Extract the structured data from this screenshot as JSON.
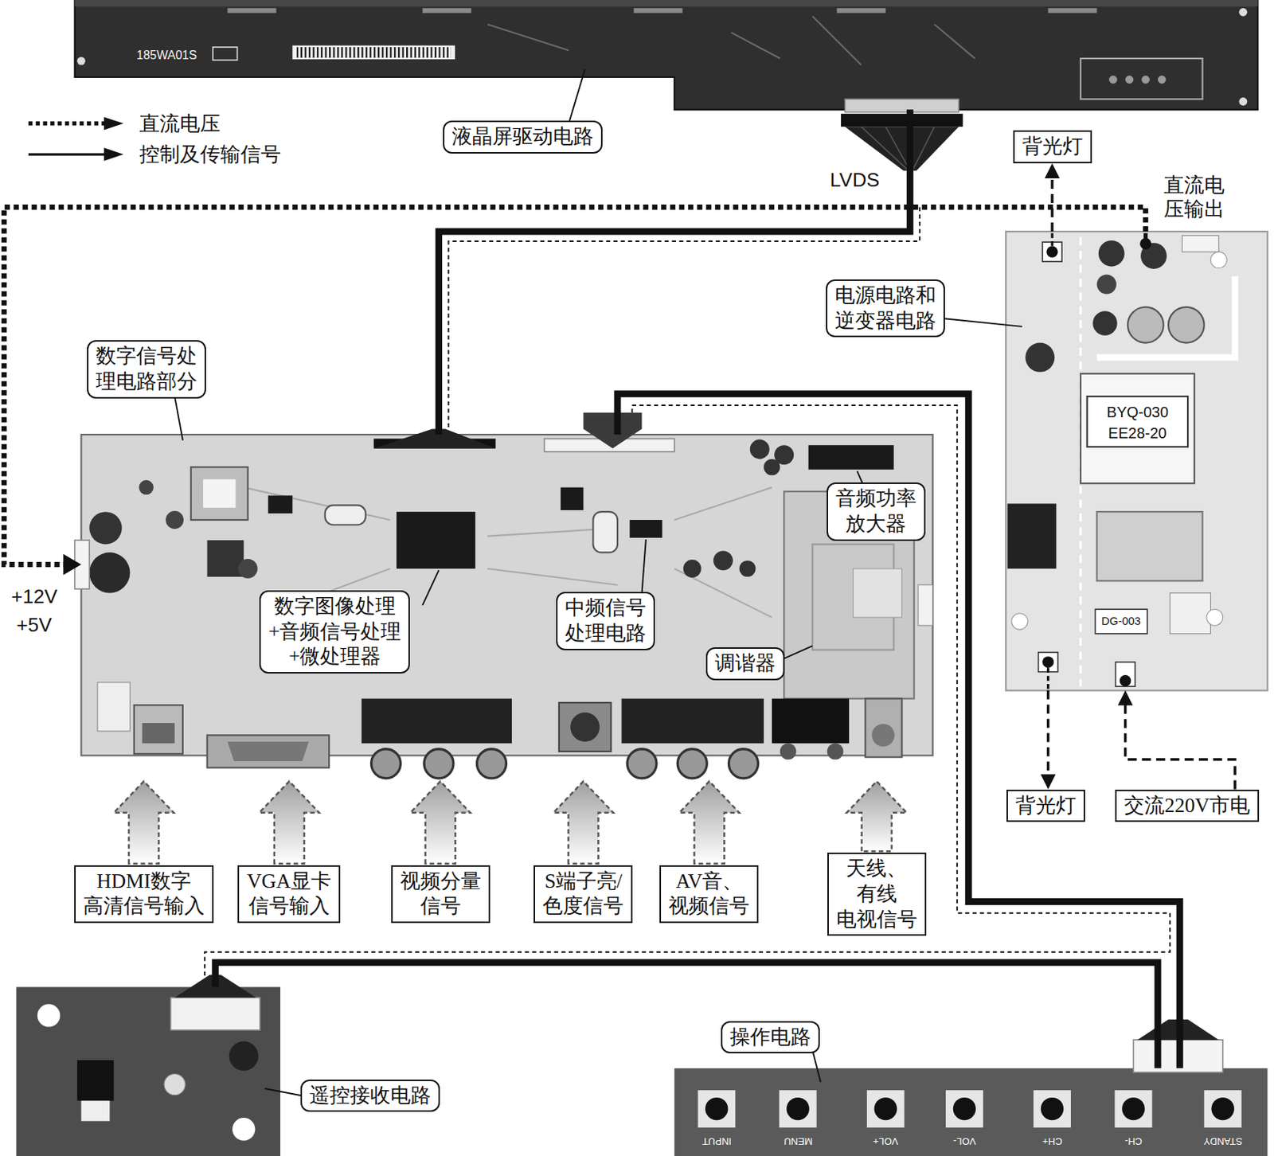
{
  "diagram": {
    "nodes": [
      {
        "text": [
          "液晶屏驱动电路"
        ]
      },
      {
        "text": [
          "背光灯"
        ]
      },
      {
        "text": [
          "电源电路和 逆变器电路"
        ]
      },
      {
        "text": [
          "数字信号处 理电路部分"
        ]
      },
      {
        "text": [
          "音频功率 放大器"
        ],
        "in": 3
      },
      {
        "text": [
          "数字图像处理 +音频信号处理+微处理器"
        ],
        "in": 3
      },
      {
        "text": [
          "中频信号 处理电路"
        ],
        "in": 3
      },
      {
        "text": [
          "调谐器"
        ],
        "in": 3
      },
      {
        "text": [
          "背光灯"
        ]
      },
      {
        "text": [
          "交流220V市电"
        ]
      },
      {
        "text": [
          "HDMI数字 高清信号输入"
        ]
      },
      {
        "text": [
          "VGA显卡 信号输入"
        ]
      },
      {
        "text": [
          "视频分量 信号"
        ]
      },
      {
        "text": [
          "S端子亮/ 色度信号"
        ]
      },
      {
        "text": [
          "AV音、 视频信号"
        ]
      },
      {
        "text": [
          "天线、有线 电视信号"
        ]
      },
      {
        "text": [
          "遥控接收电路"
        ]
      },
      {
        "text": [
          "操作电路"
        ]
      }
    ],
    "edges": [
      {
        "from": 3,
        "to": 0,
        "arrow": "none",
        "label": "LVDS"
      },
      {
        "from": 2,
        "to": 3,
        "arrow": "to"
      },
      {
        "from": 2,
        "to": 1,
        "arrow": "to"
      },
      {
        "from": 2,
        "to": 8,
        "arrow": "to"
      },
      {
        "from": 9,
        "to": 2,
        "arrow": "to"
      },
      {
        "from": 10,
        "to": 3,
        "arrow": "to"
      },
      {
        "from": 11,
        "to": 3,
        "arrow": "to"
      },
      {
        "from": 12,
        "to": 3,
        "arrow": "to"
      },
      {
        "from": 13,
        "to": 3,
        "arrow": "to"
      },
      {
        "from": 14,
        "to": 3,
        "arrow": "to"
      },
      {
        "from": 15,
        "to": 3,
        "arrow": "to"
      },
      {
        "from": 3,
        "to": 17,
        "arrow": "none"
      },
      {
        "from": 17,
        "to": 16,
        "arrow": "none"
      }
    ],
    "labels": [
      "+12V",
      "+5V",
      "直流电 压输出",
      "185WA01S",
      "BYQ-030",
      "EE28-20",
      "DG-003",
      "INPUT",
      "MENU",
      "VOL+",
      "VOL-",
      "CH+",
      "CH-",
      "STANDY"
    ],
    "legend": [
      {
        "text": "直流电压"
      },
      {
        "text": "控制及传输信号"
      }
    ]
  }
}
